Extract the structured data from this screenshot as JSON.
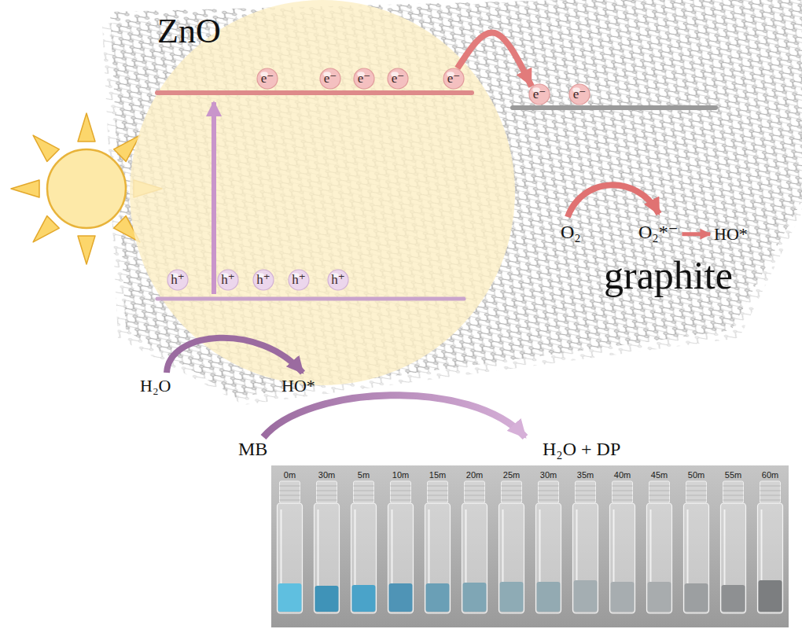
{
  "diagram": {
    "nodes": [
      {
        "text": [
          "ZnO"
        ]
      },
      {
        "text": [
          "e⁻"
        ],
        "in": 0
      },
      {
        "text": [
          "e⁻"
        ],
        "in": 0
      },
      {
        "text": [
          "e⁻"
        ],
        "in": 0
      },
      {
        "text": [
          "e⁻"
        ],
        "in": 0
      },
      {
        "text": [
          "e⁻"
        ],
        "in": 0
      },
      {
        "text": [
          "e⁻"
        ]
      },
      {
        "text": [
          "e⁻"
        ]
      },
      {
        "text": [
          "h⁺"
        ],
        "in": 0
      },
      {
        "text": [
          "h⁺"
        ],
        "in": 0
      },
      {
        "text": [
          "h⁺"
        ],
        "in": 0
      },
      {
        "text": [
          "h⁺"
        ],
        "in": 0
      },
      {
        "text": [
          "h⁺"
        ],
        "in": 0
      }
    ],
    "edges": [
      {
        "from": 5,
        "to": 6,
        "arrow": "to"
      }
    ],
    "labels": [
      "O₂",
      "O₂*⁻",
      "HO*",
      "graphite",
      "H₂O",
      "HO*",
      "MB",
      "H₂O + DP",
      "0m",
      "30m",
      "5m",
      "10m",
      "15m",
      "20m",
      "25m",
      "30m",
      "35m",
      "40m",
      "45m",
      "50m",
      "55m",
      "60m"
    ]
  }
}
